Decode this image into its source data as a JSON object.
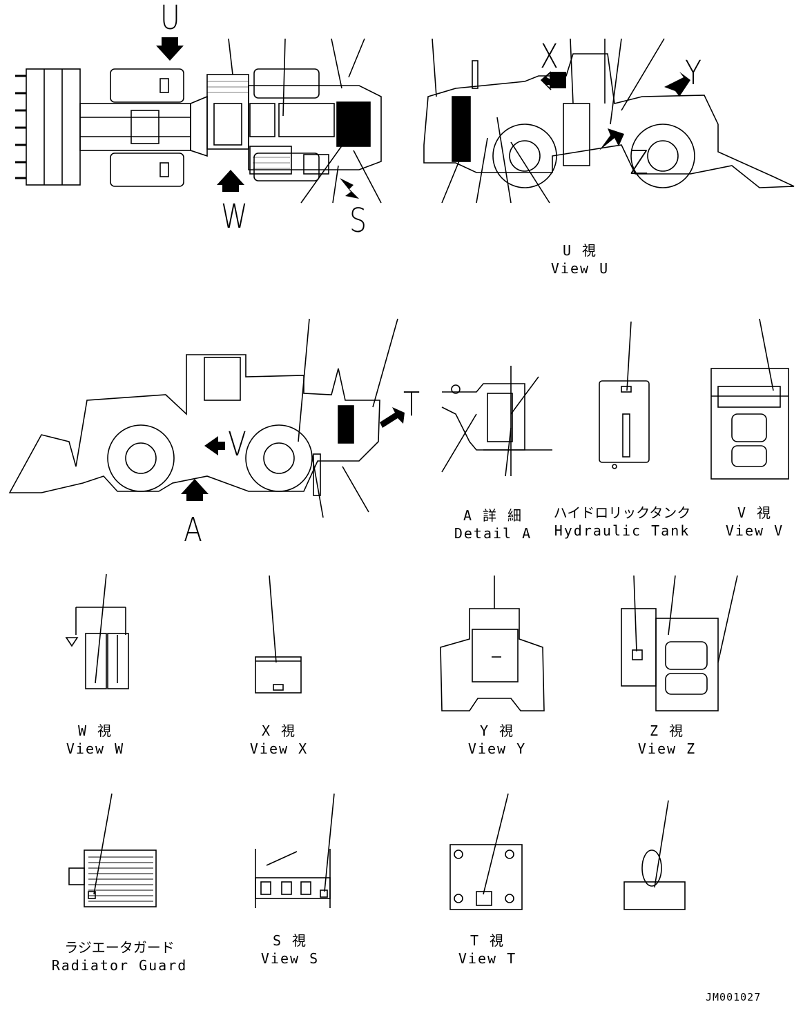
{
  "arrow_letters": [
    "U",
    "W",
    "S",
    "X",
    "Y",
    "Z",
    "T",
    "V",
    "A"
  ],
  "captions": {
    "view_u": {
      "jp": "U 視",
      "en": "View U"
    },
    "detail_a": {
      "jp": "A 詳 細",
      "en": "Detail A"
    },
    "hydraulic_tank": {
      "jp": "ハイドロリックタンク",
      "en": "Hydraulic Tank"
    },
    "view_v": {
      "jp": "V 視",
      "en": "View V"
    },
    "view_w": {
      "jp": "W 視",
      "en": "View W"
    },
    "view_x": {
      "jp": "X 視",
      "en": "View X"
    },
    "view_y": {
      "jp": "Y 視",
      "en": "View Y"
    },
    "view_z": {
      "jp": "Z 視",
      "en": "View Z"
    },
    "radiator_guard": {
      "jp": "ラジエータガード",
      "en": "Radiator Guard"
    },
    "view_s": {
      "jp": "S 視",
      "en": "View S"
    },
    "view_t": {
      "jp": "T 視",
      "en": "View T"
    }
  },
  "drawing_number": "JM001027",
  "colors": {
    "line": "#000000",
    "background": "#ffffff"
  }
}
